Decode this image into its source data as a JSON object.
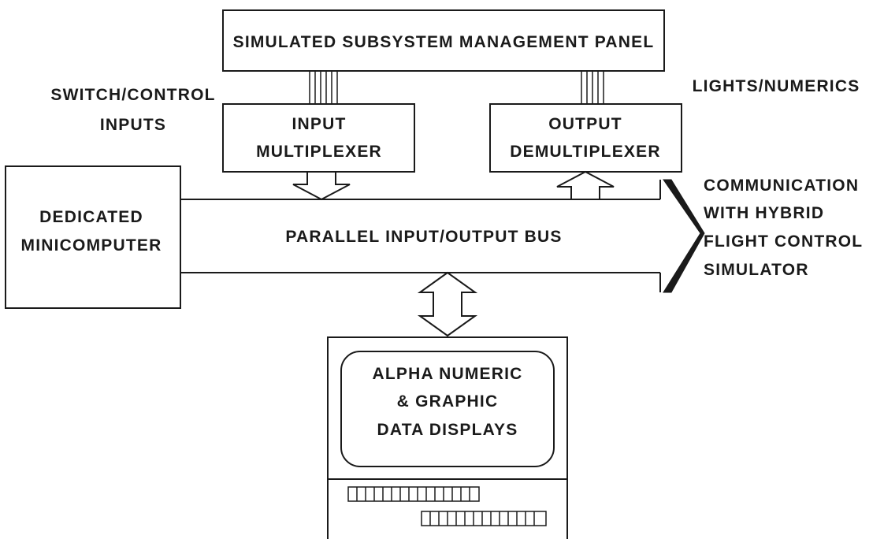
{
  "panel": {
    "label": "SIMULATED SUBSYSTEM MANAGEMENT PANEL"
  },
  "side_labels": {
    "switch_inputs": [
      "SWITCH/CONTROL",
      "INPUTS"
    ],
    "lights_numerics": "LIGHTS/NUMERICS"
  },
  "input_mux": {
    "lines": [
      "INPUT",
      "MULTIPLEXER"
    ]
  },
  "output_demux": {
    "lines": [
      "OUTPUT",
      "DEMULTIPLEXER"
    ]
  },
  "minicomputer": {
    "lines": [
      "DEDICATED",
      "MINICOMPUTER"
    ]
  },
  "bus": {
    "label": "PARALLEL INPUT/OUTPUT BUS"
  },
  "communication": {
    "lines": [
      "COMMUNICATION",
      "WITH HYBRID",
      "FLIGHT CONTROL",
      "SIMULATOR"
    ]
  },
  "display": {
    "lines": [
      "ALPHA NUMERIC",
      "& GRAPHIC",
      "DATA DISPLAYS"
    ]
  }
}
